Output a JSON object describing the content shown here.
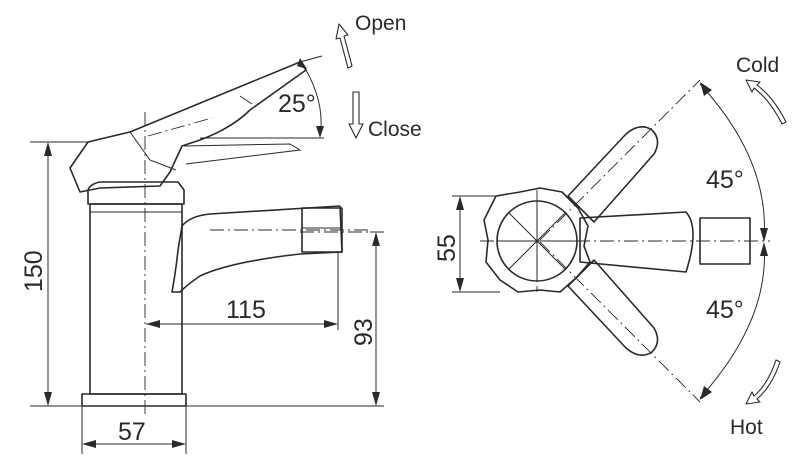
{
  "labels": {
    "open": "Open",
    "close": "Close",
    "cold": "Cold",
    "hot": "Hot"
  },
  "dimensions": {
    "lever_angle": "25°",
    "height": "150",
    "reach": "115",
    "spout_height": "93",
    "base_width": "57",
    "body_diameter": "55",
    "cold_angle": "45°",
    "hot_angle": "45°"
  },
  "colors": {
    "ink": "#2a2a2a",
    "background": "#ffffff"
  }
}
